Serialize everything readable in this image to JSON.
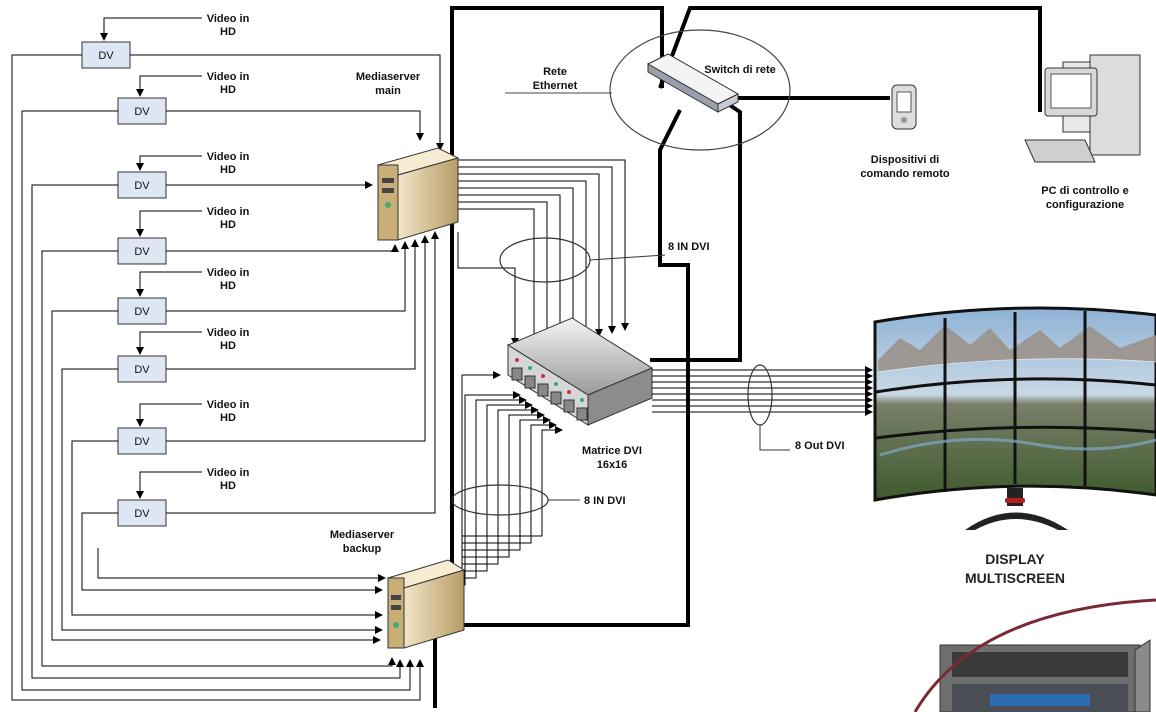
{
  "dv_label": "DV",
  "video_inputs": [
    {
      "line1": "Video in",
      "line2": "HD"
    },
    {
      "line1": "Video in",
      "line2": "HD"
    },
    {
      "line1": "Video in",
      "line2": "HD"
    },
    {
      "line1": "Video in",
      "line2": "HD"
    },
    {
      "line1": "Video in",
      "line2": "HD"
    },
    {
      "line1": "Video in",
      "line2": "HD"
    },
    {
      "line1": "Video in",
      "line2": "HD"
    },
    {
      "line1": "Video in",
      "line2": "HD"
    }
  ],
  "mediaserver_main": {
    "line1": "Mediaserver",
    "line2": "main"
  },
  "mediaserver_backup": {
    "line1": "Mediaserver",
    "line2": "backup"
  },
  "ethernet": {
    "line1": "Rete",
    "line2": "Ethernet"
  },
  "switch_label": "Switch di rete",
  "remote_devices": {
    "line1": "Dispositivi di",
    "line2": "comando remoto"
  },
  "pc": {
    "line1": "PC di controllo e",
    "line2": "configurazione"
  },
  "in_dvi_top": "8 IN DVI",
  "in_dvi_bottom": "8 IN DVI",
  "matrix": {
    "line1": "Matrice DVI",
    "line2": "16x16"
  },
  "out_dvi": "8 Out DVI",
  "display": {
    "line1": "DISPLAY",
    "line2": "MULTISCREEN"
  },
  "colors": {
    "dv_fill": "#dde6f2",
    "line": "#000000",
    "server": "#d9c7a0",
    "ring": "#7a2a34"
  }
}
